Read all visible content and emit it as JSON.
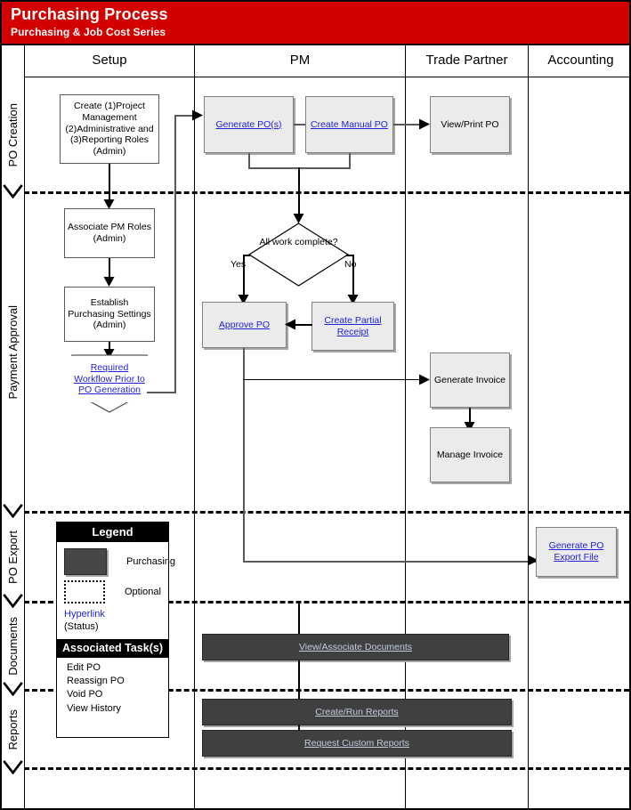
{
  "banner": {
    "title": "Purchasing Process",
    "subtitle": "Purchasing & Job Cost Series",
    "bg_color": "#d30000",
    "text_color": "#ffffff"
  },
  "columns": [
    {
      "label": "Setup"
    },
    {
      "label": "PM"
    },
    {
      "label": "Trade Partner"
    },
    {
      "label": "Accounting"
    }
  ],
  "lanes": [
    {
      "label": "PO Creation"
    },
    {
      "label": "Payment Approval"
    },
    {
      "label": "PO Export"
    },
    {
      "label": "Documents"
    },
    {
      "label": "Reports"
    }
  ],
  "nodes": {
    "create_roles": "Create (1)Project Management (2)Administrative and (3)Reporting Roles (Admin)",
    "associate_roles": "Associate PM Roles (Admin)",
    "establish_settings": "Establish Purchasing Settings (Admin)",
    "required_workflow": "Required Workflow Prior to PO Generation",
    "generate_pos": "Generate PO(s)",
    "create_manual_po": "Create Manual PO",
    "view_print_po": "View/Print PO",
    "decision": "All work complete?",
    "yes_label": "Yes",
    "no_label": "No",
    "approve_po": "Approve PO",
    "create_partial_receipt": "Create Partial Receipt",
    "generate_invoice": "Generate Invoice",
    "manage_invoice": "Manage Invoice",
    "generate_po_export": "Generate PO Export File",
    "view_associate_documents": "View/Associate Documents",
    "create_run_reports": "Create/Run Reports",
    "request_custom_reports": "Request Custom Reports"
  },
  "legend": {
    "title": "Legend",
    "purchasing_label": "Purchasing",
    "optional_label": "Optional",
    "hyperlink_label": "Hyperlink",
    "status_label": "(Status)",
    "tasks_title": "Associated Task(s)",
    "tasks": [
      "Edit PO",
      "Reassign PO",
      "Void PO",
      "View History"
    ],
    "purchasing_swatch_color": "#474747",
    "hyperlink_color": "#2222dd"
  }
}
